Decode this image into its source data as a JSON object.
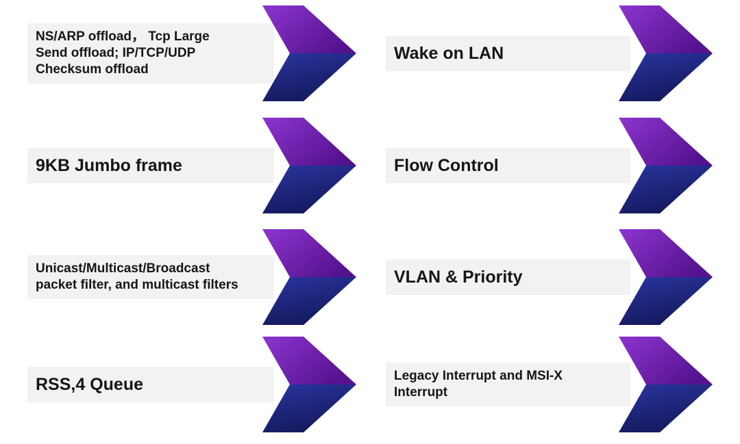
{
  "slide": {
    "background": "#ffffff"
  },
  "colors": {
    "bar_background": "#f2f2f2",
    "text": "#161616",
    "chevron_purple_start": "#8d35cf",
    "chevron_purple_end": "#55128f",
    "chevron_navy_start": "#2a35a0",
    "chevron_navy_end": "#141a5e"
  },
  "items": [
    {
      "label": "NS/ARP offload， Tcp Large Send offload; IP/TCP/UDP Checksum offload"
    },
    {
      "label": "Wake on LAN"
    },
    {
      "label": "9KB Jumbo frame"
    },
    {
      "label": "Flow Control"
    },
    {
      "label": "Unicast/Multicast/Broadcast packet filter, and multicast filters"
    },
    {
      "label": "VLAN & Priority"
    },
    {
      "label": "RSS,4 Queue"
    },
    {
      "label": "Legacy Interrupt and MSI-X Interrupt"
    }
  ]
}
